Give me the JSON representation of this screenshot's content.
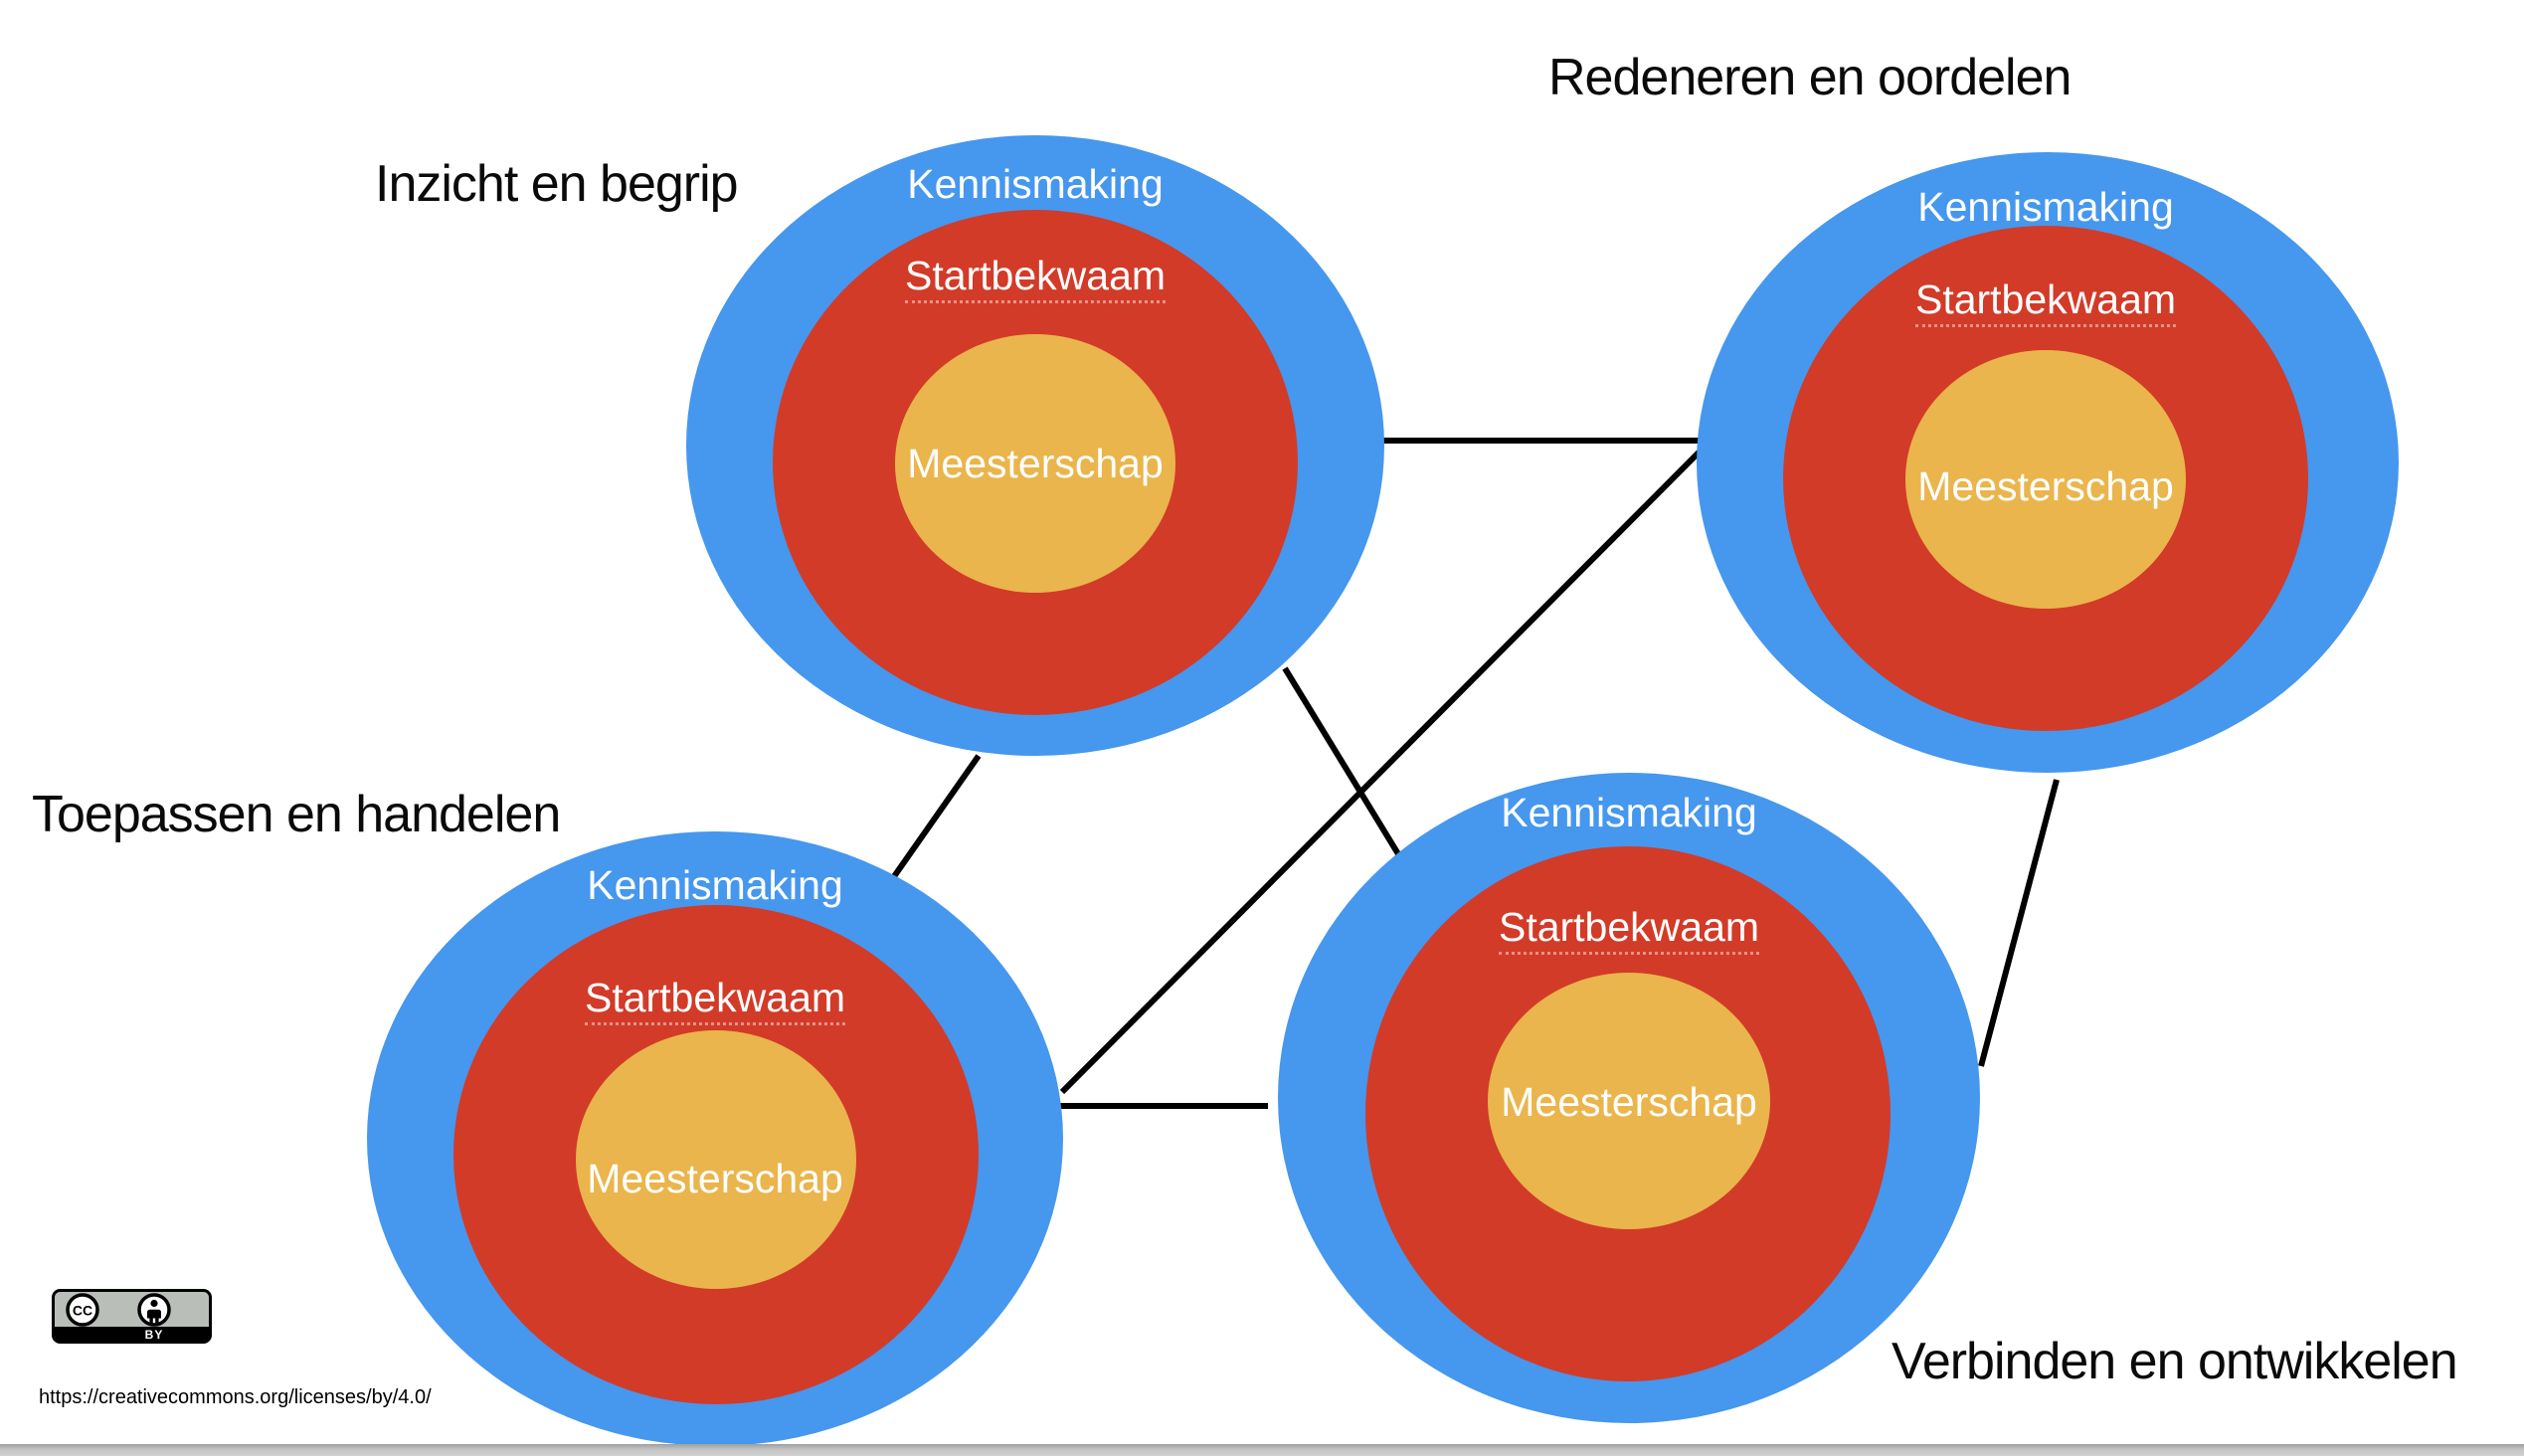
{
  "diagram": {
    "targets": [
      {
        "id": "inzicht",
        "title": "Inzicht en begrip"
      },
      {
        "id": "redeneren",
        "title": "Redeneren en oordelen"
      },
      {
        "id": "toepassen",
        "title": "Toepassen en handelen"
      },
      {
        "id": "verbinden",
        "title": "Verbinden en ontwikkelen"
      }
    ],
    "rings": {
      "outer": "Kennismaking",
      "middle": "Startbekwaam",
      "inner": "Meesterschap"
    },
    "colors": {
      "outer_ring": "#4697EE",
      "middle_ring": "#D23B28",
      "inner_ring": "#EAB54C",
      "connector": "#000000",
      "ring_text": "#FFFFFF",
      "title_text": "#0A0A0A"
    }
  },
  "license": {
    "cc_label": "CC",
    "by_label": "BY",
    "url": "https://creativecommons.org/licenses/by/4.0/"
  }
}
